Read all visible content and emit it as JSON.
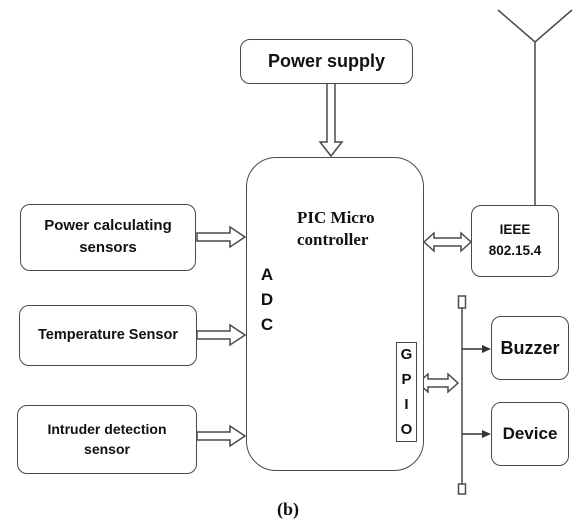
{
  "blocks": {
    "power_supply": "Power supply",
    "power_sensors": [
      "Power calculating",
      "sensors"
    ],
    "temperature_sensor": "Temperature Sensor",
    "intruder_sensor": [
      "Intruder detection",
      "sensor"
    ],
    "microcontroller": [
      "PIC Micro",
      "controller"
    ],
    "adc": [
      "A",
      "D",
      "C"
    ],
    "gpio": [
      "G",
      "P",
      "I",
      "O"
    ],
    "radio": [
      "IEEE",
      "802.15.4"
    ],
    "buzzer": "Buzzer",
    "device": "Device"
  },
  "caption": "(b)",
  "colors": {
    "line": "#4a4a4a",
    "text": "#111111",
    "background": "#ffffff"
  }
}
